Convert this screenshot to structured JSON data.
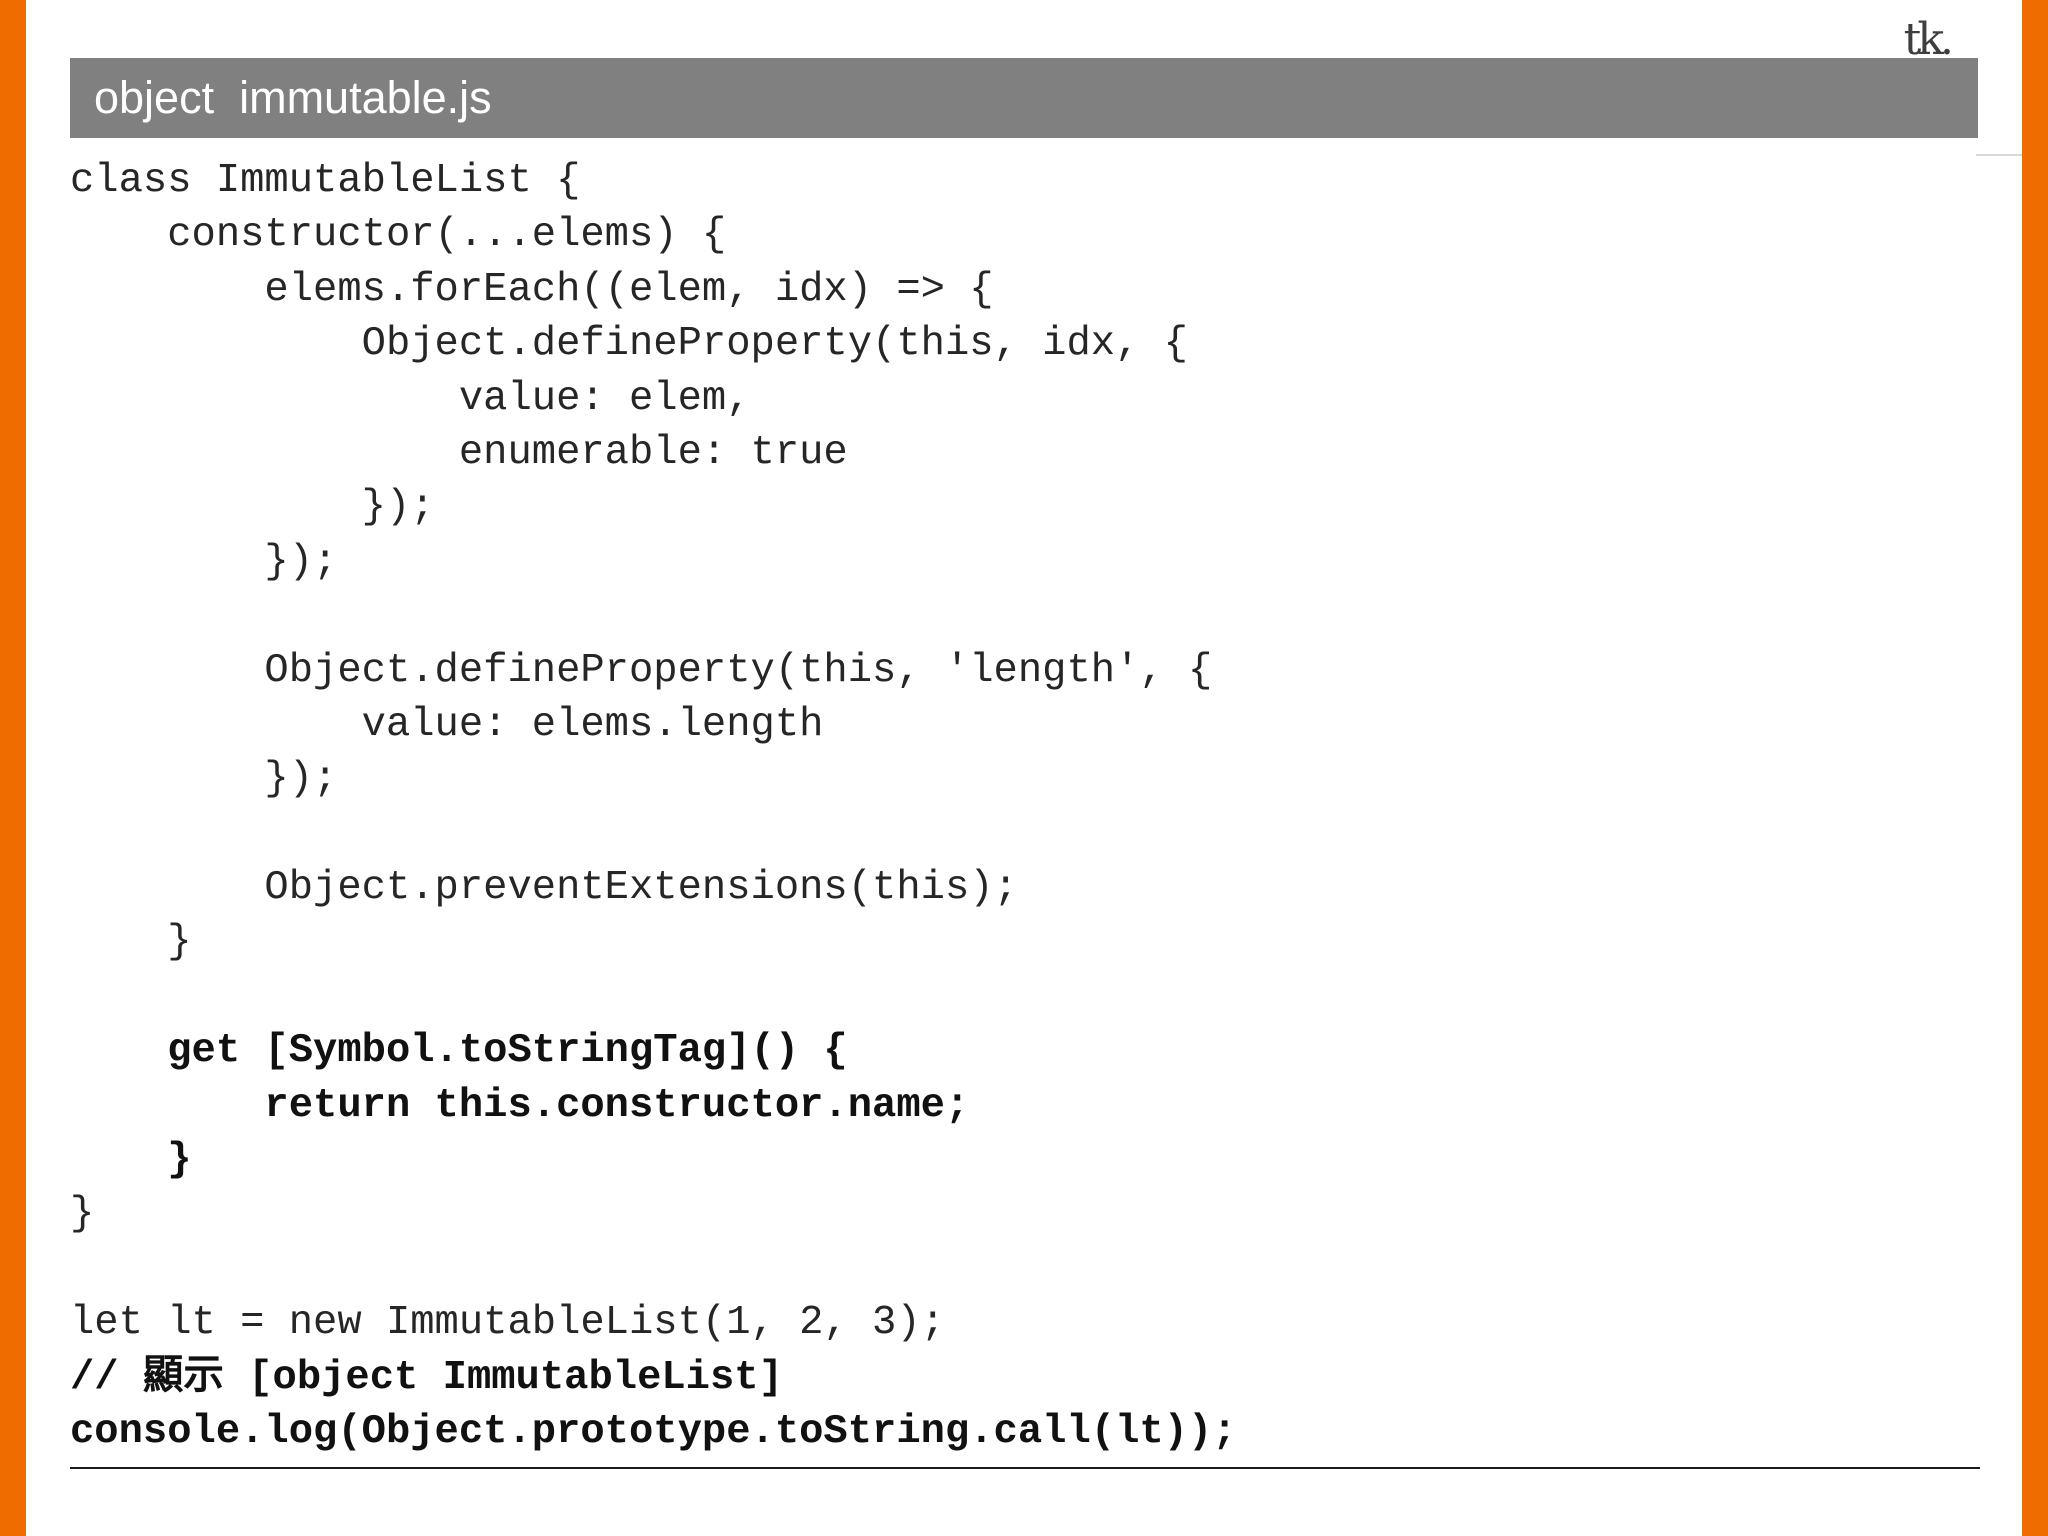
{
  "slide": {
    "title": "object  immutable.js",
    "corner_mark": "tk.",
    "accent_color": "#ef6c00",
    "title_bar_color": "#808080"
  },
  "code": {
    "lines": [
      "class ImmutableList {",
      "    constructor(...elems) {",
      "        elems.forEach((elem, idx) => {",
      "            Object.defineProperty(this, idx, {",
      "                value: elem,",
      "                enumerable: true",
      "            });",
      "        });",
      "",
      "        Object.defineProperty(this, 'length', {",
      "            value: elems.length",
      "        });",
      "",
      "        Object.preventExtensions(this);",
      "    }",
      "",
      "    get [Symbol.toStringTag]() {",
      "        return this.constructor.name;",
      "    }",
      "}",
      "",
      "let lt = new ImmutableList(1, 2, 3);",
      "// 顯示 [object ImmutableList]",
      "console.log(Object.prototype.toString.call(lt));"
    ]
  }
}
